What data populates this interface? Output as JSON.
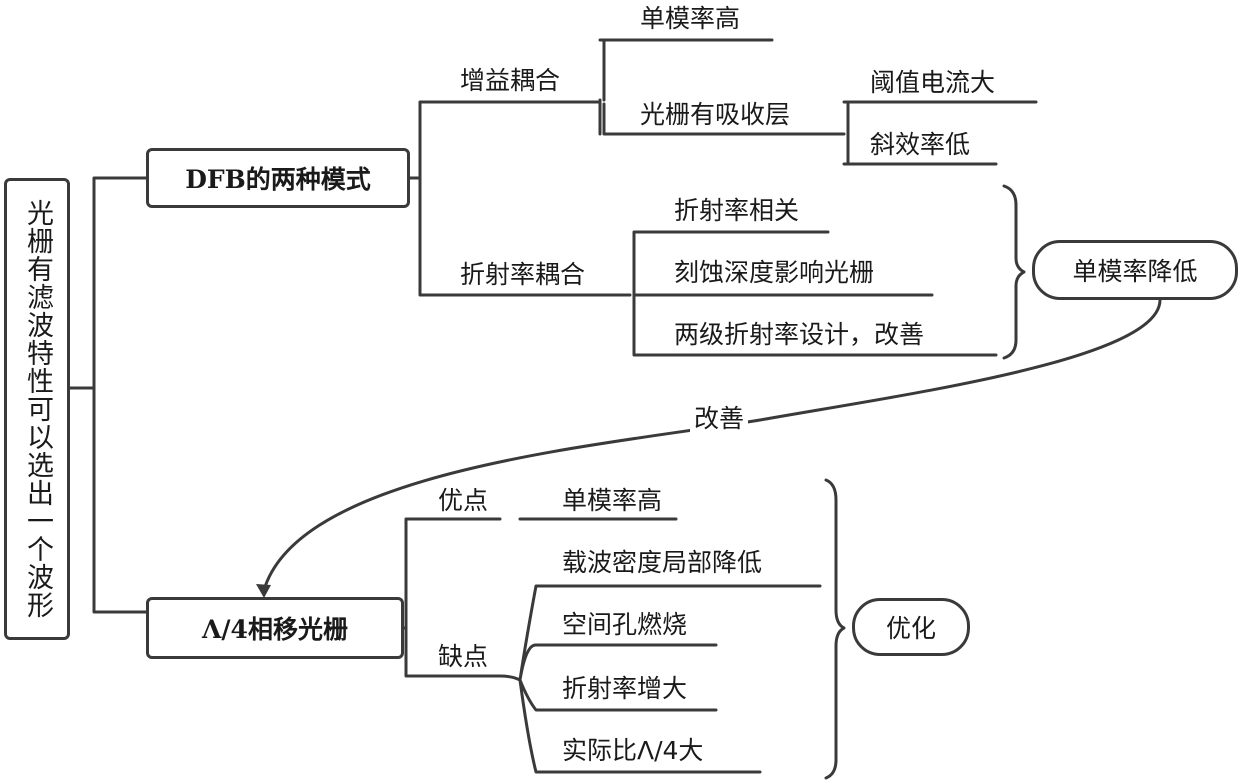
{
  "root": "光栅有滤波特性可以选出一个波形",
  "dfb": {
    "title": "DFB的两种模式",
    "gain": {
      "label": "增益耦合",
      "items": [
        "单模率高",
        "光栅有吸收层"
      ],
      "absorb_items": [
        "阈值电流大",
        "斜效率低"
      ]
    },
    "index": {
      "label": "折射率耦合",
      "items": [
        "折射率相关",
        "刻蚀深度影响光栅",
        "两级折射率设计，改善"
      ],
      "summary": "单模率降低"
    }
  },
  "connector_label": "改善",
  "quarter": {
    "title": "Λ/4相移光栅",
    "pros_label": "优点",
    "pros_item": "单模率高",
    "cons_label": "缺点",
    "cons_items": [
      "载波密度局部降低",
      "空间孔燃烧",
      "折射率增大",
      "实际比Λ/4大"
    ],
    "summary": "优化"
  }
}
